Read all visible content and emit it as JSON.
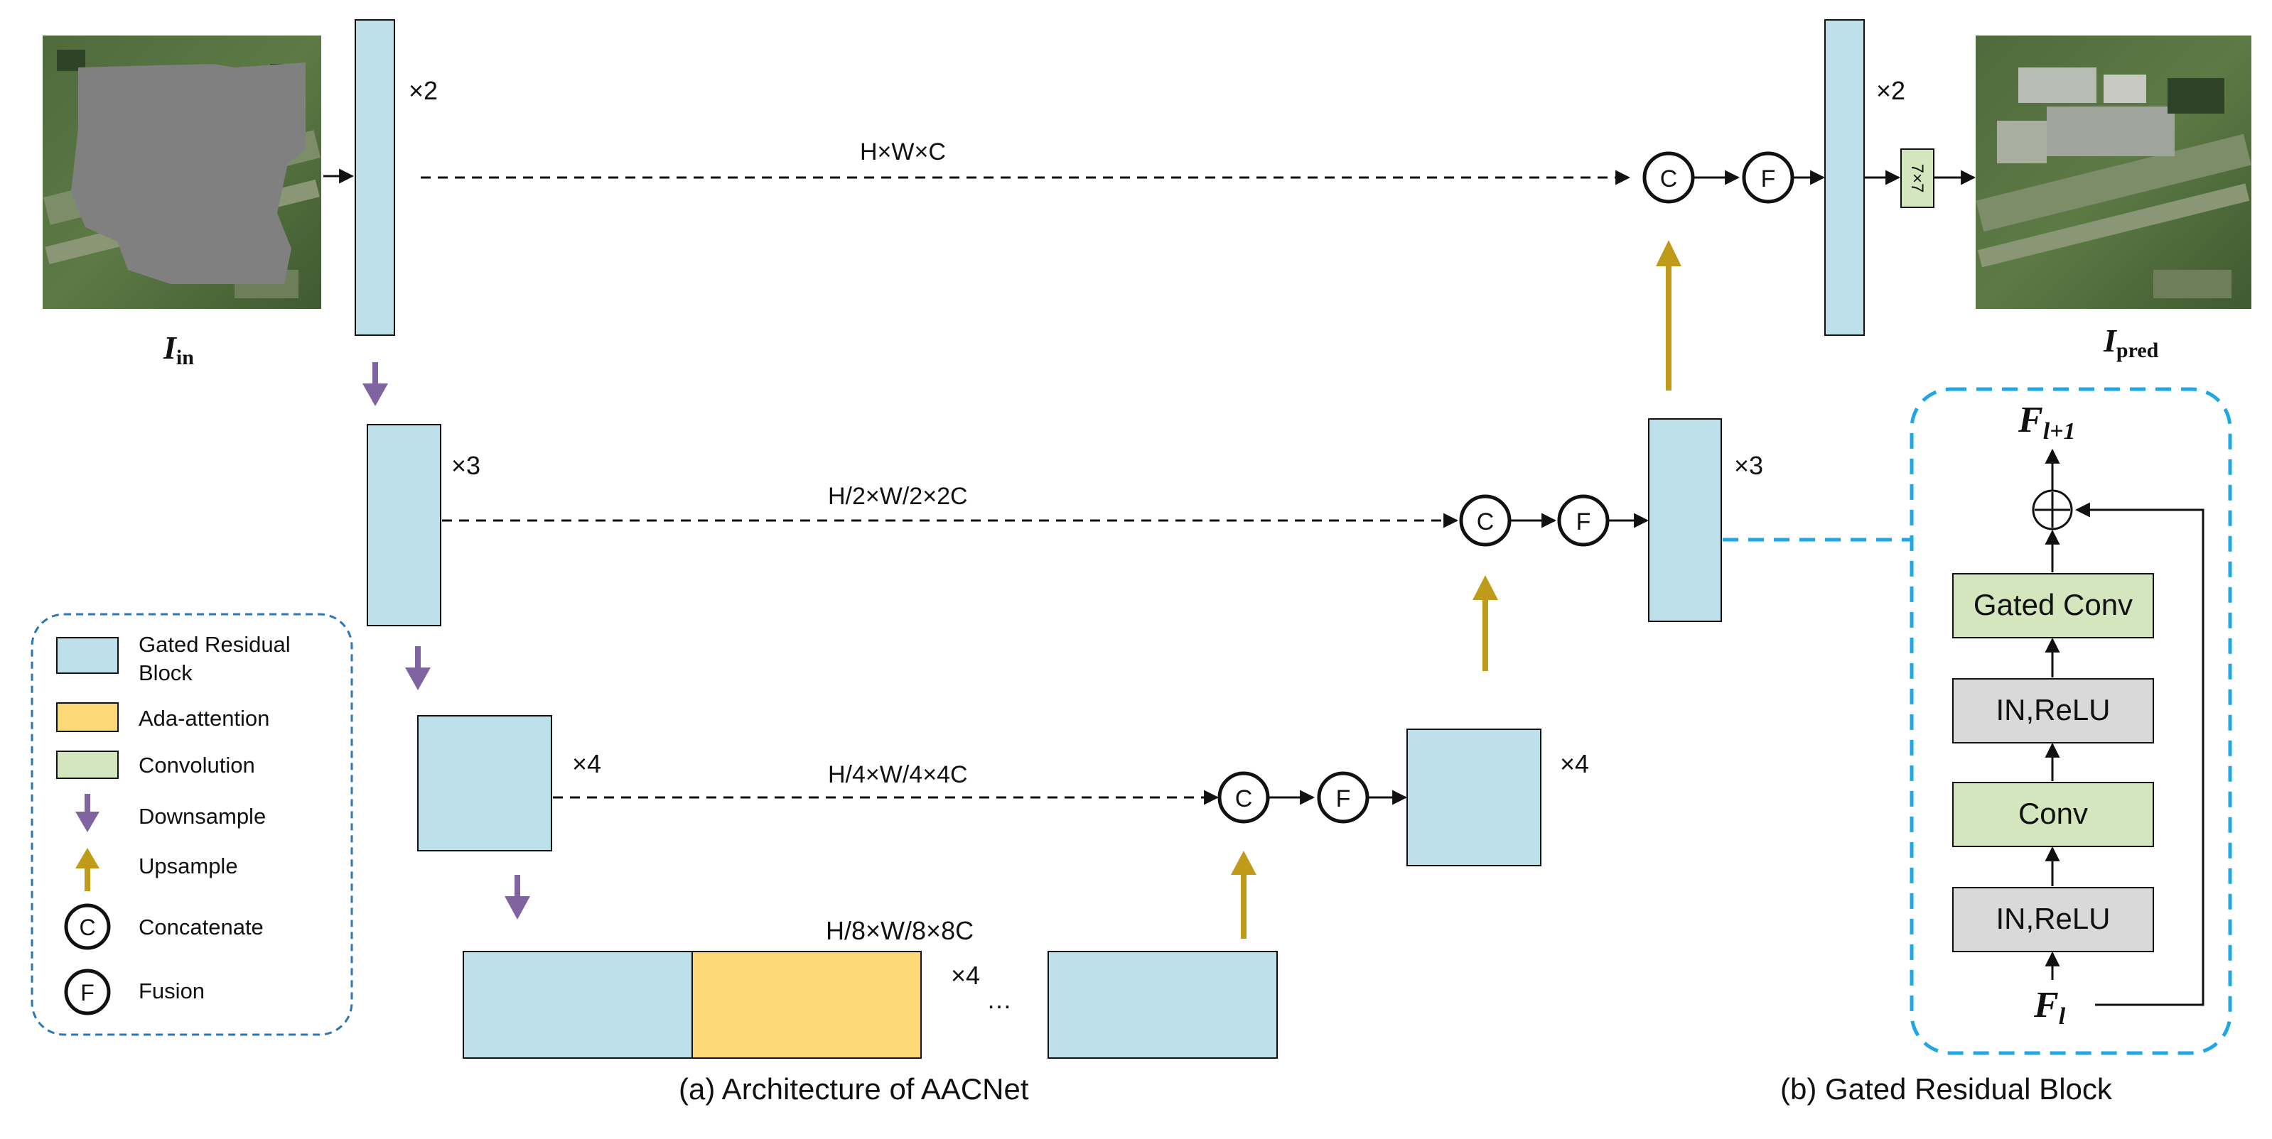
{
  "colors": {
    "gated_residual": "#bde0ea",
    "ada_attention": "#fcd876",
    "convolution": "#d4e6bd",
    "in_relu": "#d9d9d9",
    "downsample_arrow": "#8064a2",
    "upsample_arrow": "#c09a19",
    "legend_border": "#2e75b6",
    "grb_border": "#1ea7e1"
  },
  "images": {
    "input_label": "I",
    "input_sub": "in",
    "output_label": "I",
    "output_sub": "pred"
  },
  "encoder": {
    "rep1": "×2",
    "rep2": "×3",
    "rep3": "×4",
    "rep4": "×4",
    "ellipsis": "…"
  },
  "decoder": {
    "rep1": "×2",
    "rep2": "×3",
    "rep3": "×4",
    "conv7": "7×7"
  },
  "skips": {
    "s1": "H×W×C",
    "s2": "H/2×W/2×2C",
    "s3": "H/4×W/4×4C",
    "s4": "H/8×W/8×8C"
  },
  "symbols": {
    "concat": "C",
    "fusion": "F",
    "plus": "+"
  },
  "legend": {
    "gated_line1": "Gated Residual",
    "gated_line2": "Block",
    "ada": "Ada-attention",
    "conv": "Convolution",
    "down": "Downsample",
    "up": "Upsample",
    "concat": "Concatenate",
    "fusion": "Fusion"
  },
  "grb": {
    "out_label": "F",
    "out_sub": "l+1",
    "in_label": "F",
    "in_sub": "l",
    "gated_conv": "Gated Conv",
    "in_relu_top": "IN,ReLU",
    "conv": "Conv",
    "in_relu_bottom": "IN,ReLU"
  },
  "captions": {
    "a": "(a)  Architecture  of  AACNet",
    "b": "(b)  Gated  Residual  Block"
  }
}
